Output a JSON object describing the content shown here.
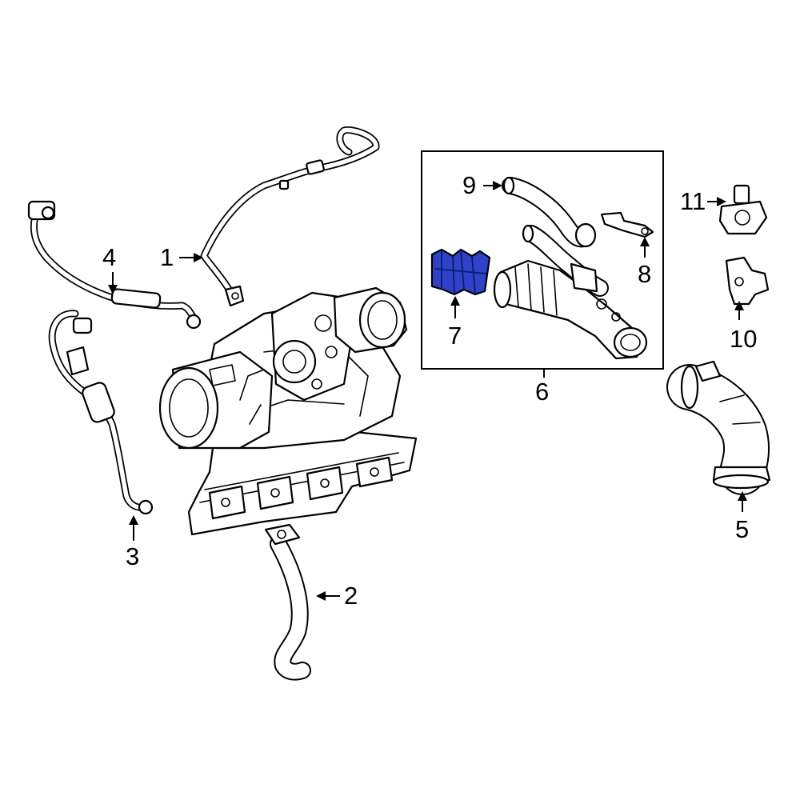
{
  "diagram": {
    "highlight_color": "#2f43c9",
    "callouts": {
      "c1": "1",
      "c2": "2",
      "c3": "3",
      "c4": "4",
      "c5": "5",
      "c6": "6",
      "c7": "7",
      "c8": "8",
      "c9": "9",
      "c10": "10",
      "c11": "11"
    },
    "parts": [
      {
        "callout": "1",
        "shape": "coolant-supply-line"
      },
      {
        "callout": "2",
        "shape": "coolant-return-hose"
      },
      {
        "callout": "3",
        "shape": "oil-return-line"
      },
      {
        "callout": "4",
        "shape": "oil-feed-line"
      },
      {
        "callout": "5",
        "shape": "intake-elbow-hose"
      },
      {
        "callout": "6",
        "shape": "inlet-duct-assembly-group"
      },
      {
        "callout": "7",
        "shape": "inlet-hose",
        "highlighted": true
      },
      {
        "callout": "8",
        "shape": "mounting-bracket"
      },
      {
        "callout": "9",
        "shape": "vent-hose"
      },
      {
        "callout": "10",
        "shape": "pressure-sensor"
      },
      {
        "callout": "11",
        "shape": "bypass-valve"
      }
    ]
  }
}
